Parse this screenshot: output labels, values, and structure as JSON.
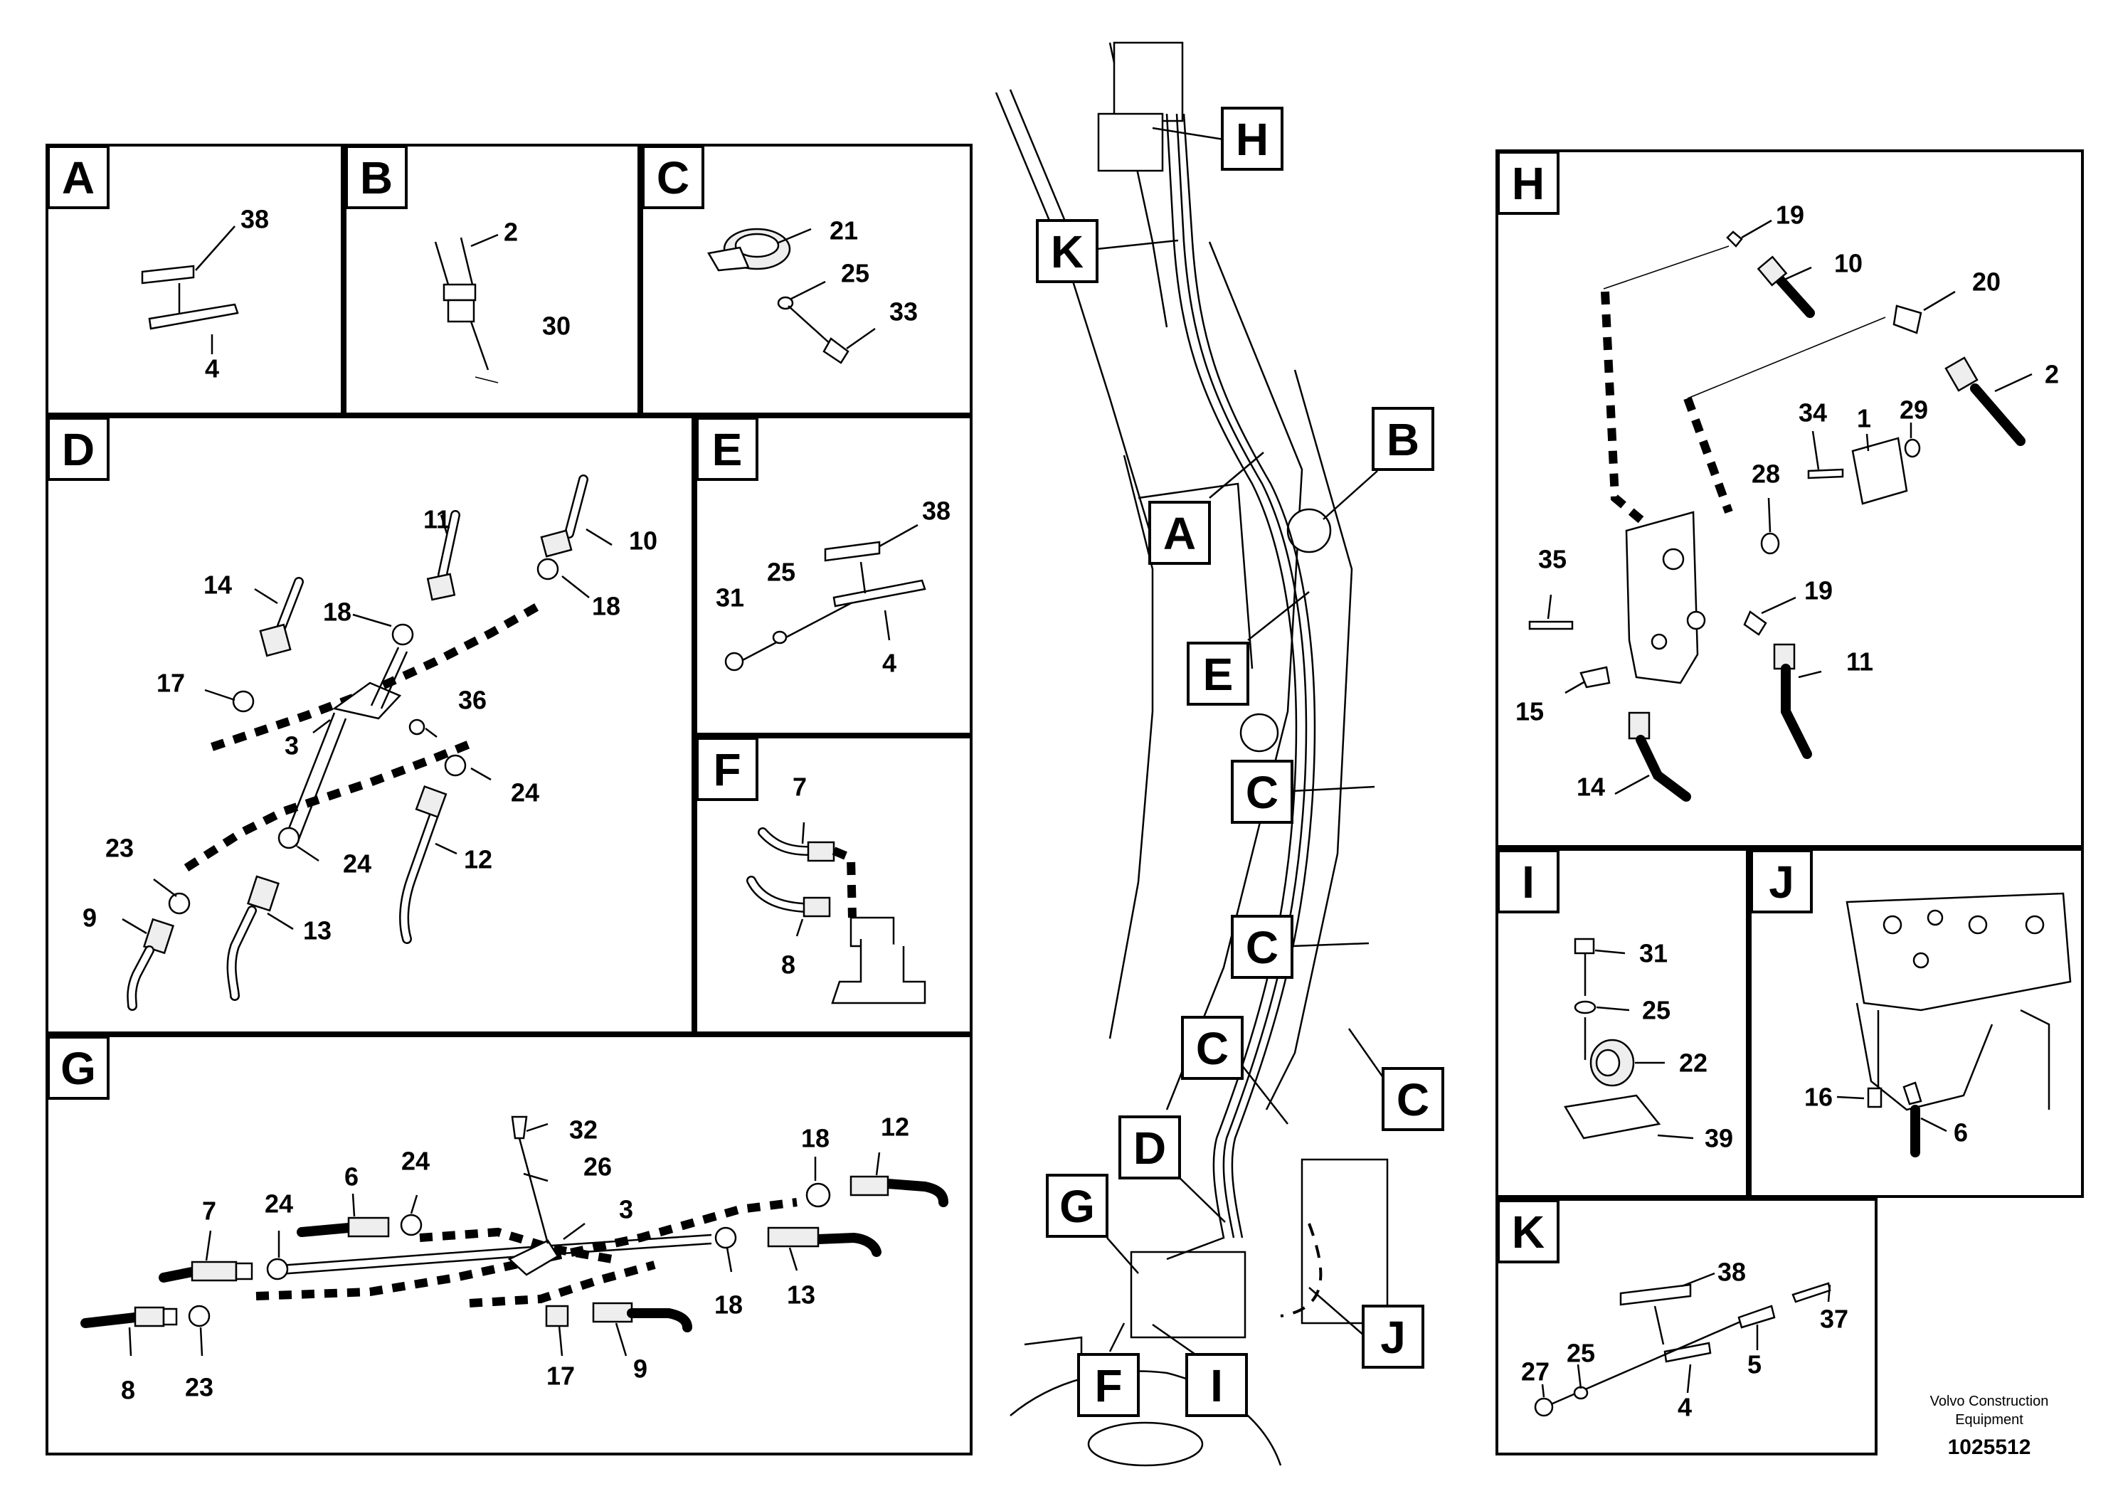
{
  "panels": {
    "A": {
      "tag": "A",
      "labels": [
        "38",
        "4"
      ]
    },
    "B": {
      "tag": "B",
      "labels": [
        "2",
        "30"
      ]
    },
    "C": {
      "tag": "C",
      "labels": [
        "21",
        "25",
        "33"
      ]
    },
    "D": {
      "tag": "D",
      "labels": [
        "11",
        "10",
        "14",
        "18",
        "18",
        "17",
        "36",
        "3",
        "24",
        "23",
        "24",
        "12",
        "9",
        "13"
      ]
    },
    "E": {
      "tag": "E",
      "labels": [
        "38",
        "31",
        "25",
        "4"
      ]
    },
    "F": {
      "tag": "F",
      "labels": [
        "7",
        "8"
      ]
    },
    "G": {
      "tag": "G",
      "labels": [
        "32",
        "26",
        "18",
        "12",
        "6",
        "24",
        "7",
        "24",
        "3",
        "18",
        "13",
        "8",
        "23",
        "17",
        "9"
      ]
    },
    "H": {
      "tag": "H",
      "labels": [
        "19",
        "10",
        "20",
        "2",
        "34",
        "1",
        "29",
        "28",
        "35",
        "19",
        "11",
        "15",
        "14"
      ]
    },
    "I": {
      "tag": "I",
      "labels": [
        "31",
        "25",
        "22",
        "39"
      ]
    },
    "J": {
      "tag": "J",
      "labels": [
        "16",
        "6"
      ]
    },
    "K": {
      "tag": "K",
      "labels": [
        "38",
        "25",
        "27",
        "37",
        "5",
        "4"
      ]
    }
  },
  "overview": {
    "callouts": [
      "H",
      "K",
      "B",
      "A",
      "E",
      "C",
      "C",
      "C",
      "C",
      "D",
      "G",
      "J",
      "F",
      "I"
    ]
  },
  "footer": {
    "brand_line1": "Volvo Construction",
    "brand_line2": "Equipment",
    "drawing_number": "1025512"
  }
}
